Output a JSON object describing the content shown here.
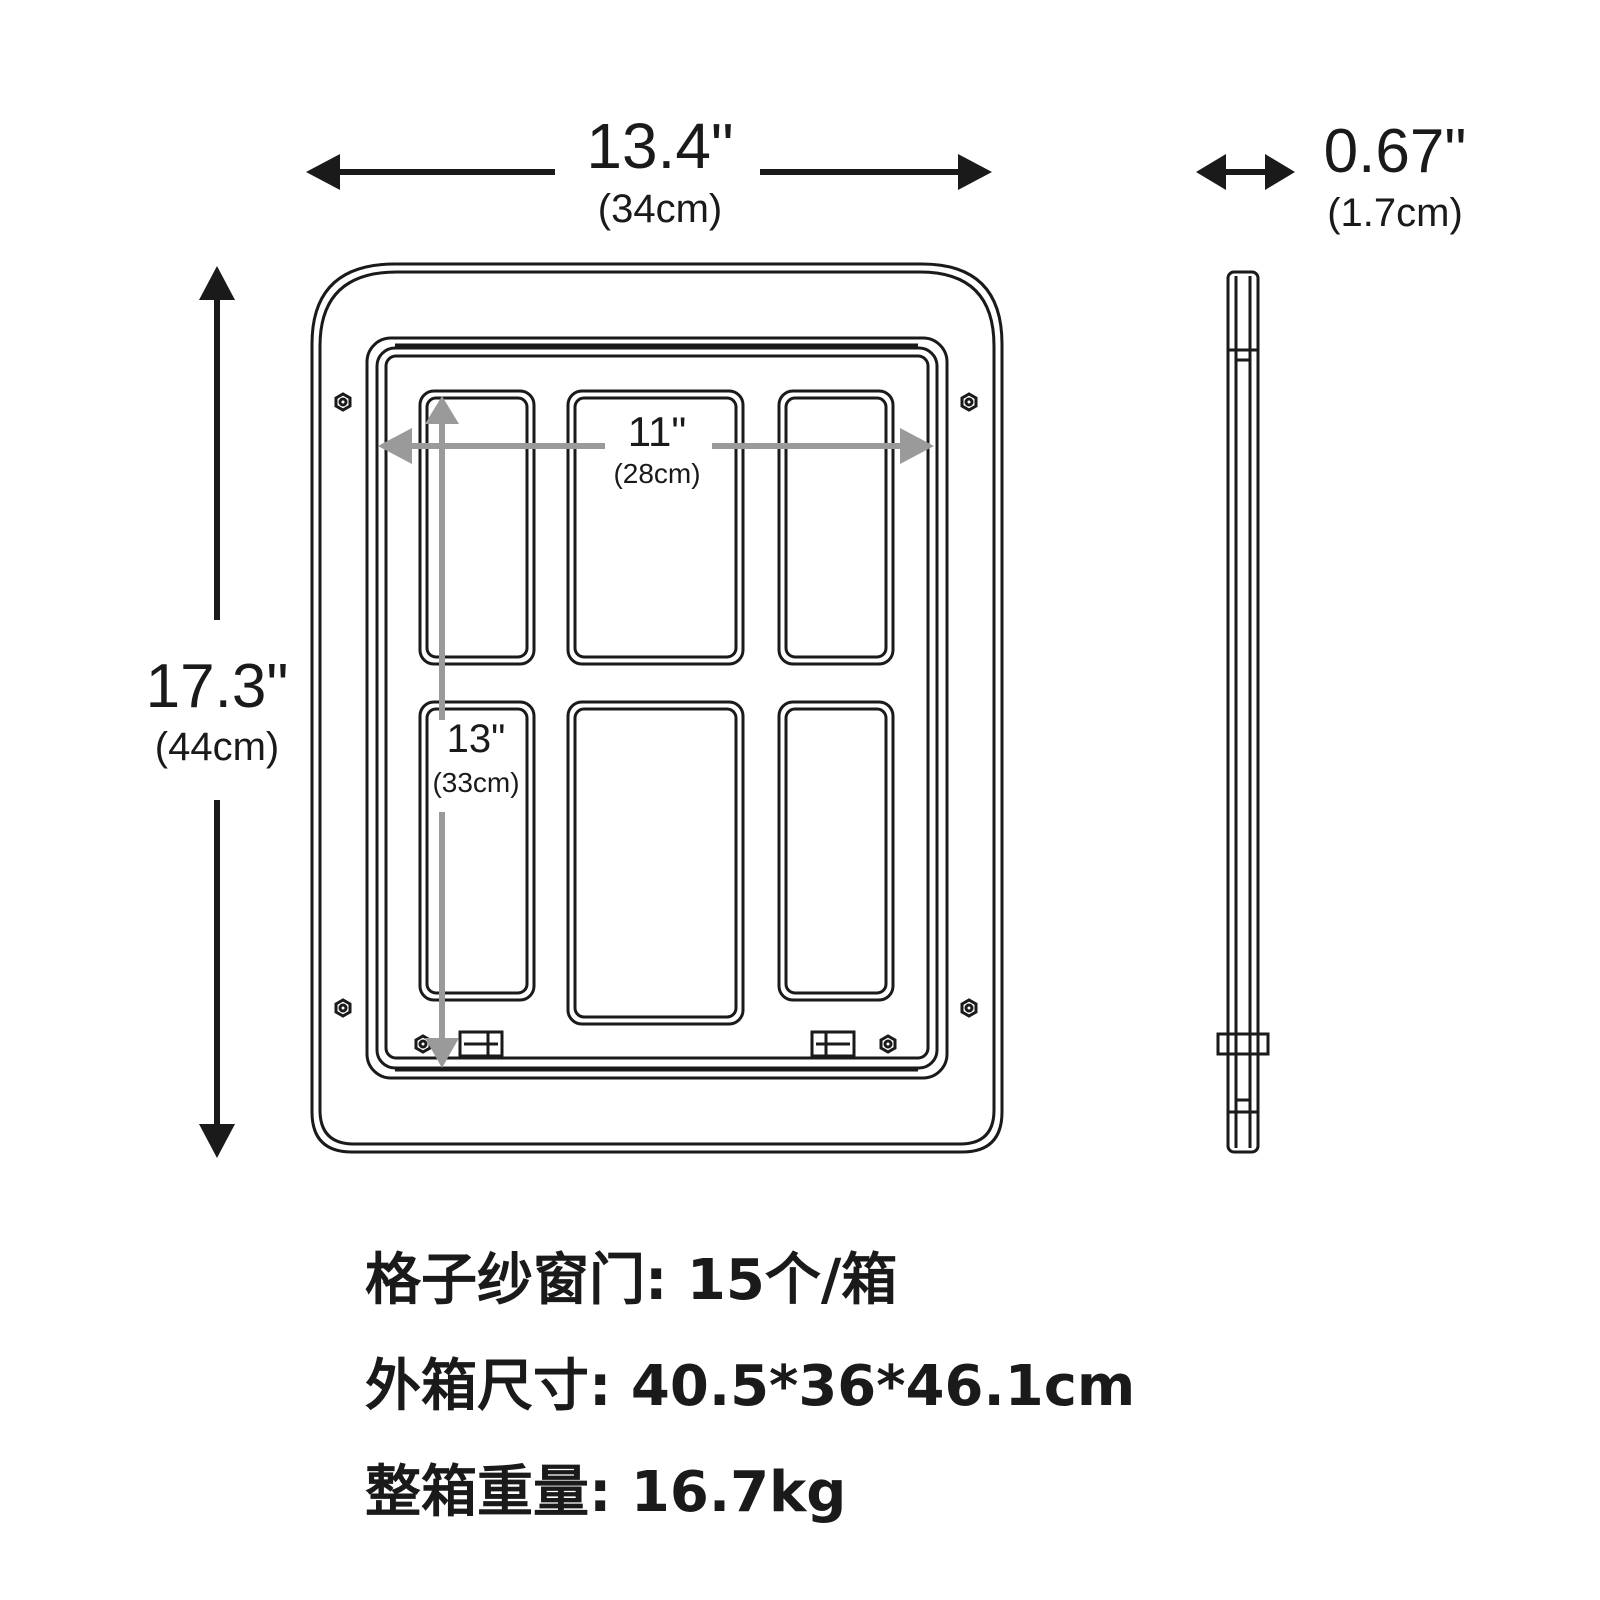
{
  "dimensions": {
    "width": {
      "inch": "13.4\"",
      "cm": "(34cm)"
    },
    "height": {
      "inch": "17.3\"",
      "cm": "(44cm)"
    },
    "thickness": {
      "inch": "0.67\"",
      "cm": "(1.7cm)"
    },
    "inner_width": {
      "inch": "11\"",
      "cm": "(28cm)"
    },
    "inner_height": {
      "inch": "13\"",
      "cm": "(33cm)"
    }
  },
  "specs": [
    {
      "text": "格子纱窗门: 15个/箱"
    },
    {
      "text": "外箱尺寸: 40.5*36*46.1cm"
    },
    {
      "text": "整箱重量: 16.7kg"
    }
  ],
  "colors": {
    "line": "#1a1a1a",
    "gray_arrow": "#9a9a9a",
    "background": "#ffffff"
  }
}
